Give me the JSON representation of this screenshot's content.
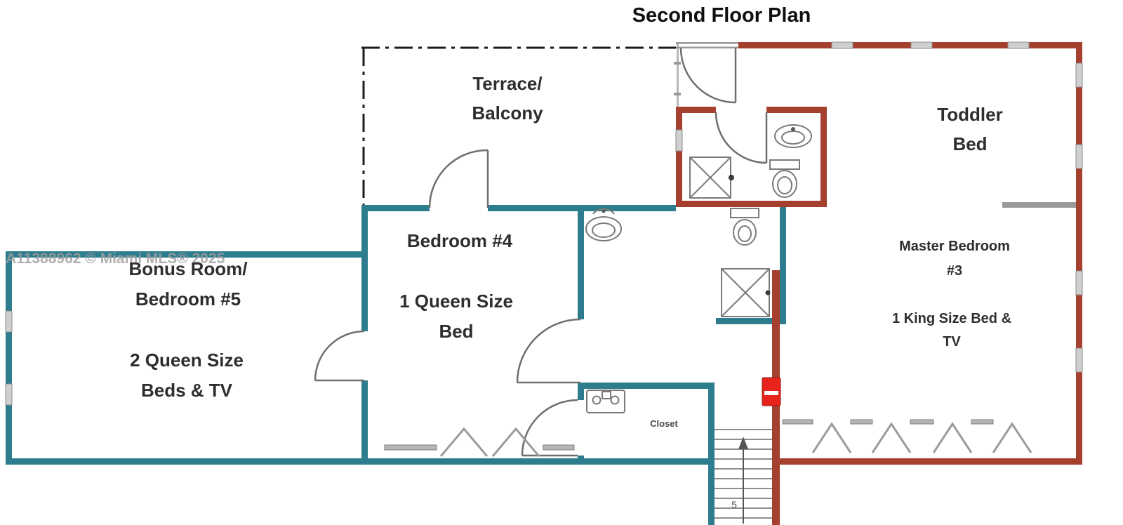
{
  "title": "Second Floor Plan",
  "watermark": "A11388962 © Miami MLS® 2025",
  "rooms": {
    "terrace": {
      "line1": "Terrace/",
      "line2": "Balcony"
    },
    "bonus": {
      "line1": "Bonus Room/",
      "line2": "Bedroom #5",
      "line3": "2 Queen Size",
      "line4": "Beds & TV"
    },
    "bedroom4": {
      "line1": "Bedroom #4",
      "line2": "1 Queen Size",
      "line3": "Bed"
    },
    "master": {
      "line1": "Toddler",
      "line2": "Bed",
      "line3": "Master Bedroom",
      "line4": "#3",
      "line5": "1 King Size Bed &",
      "line6": "TV"
    },
    "closet": {
      "label": "Closet"
    },
    "stairs": {
      "label": "5"
    }
  },
  "colors": {
    "wall_teal": "#2E7D8E",
    "wall_red": "#A5402E",
    "door_marker_red": "#E8231B",
    "line_gray": "#7A7A7A",
    "text": "#2E2E2E",
    "watermark_gray": "#9E9E9E"
  }
}
